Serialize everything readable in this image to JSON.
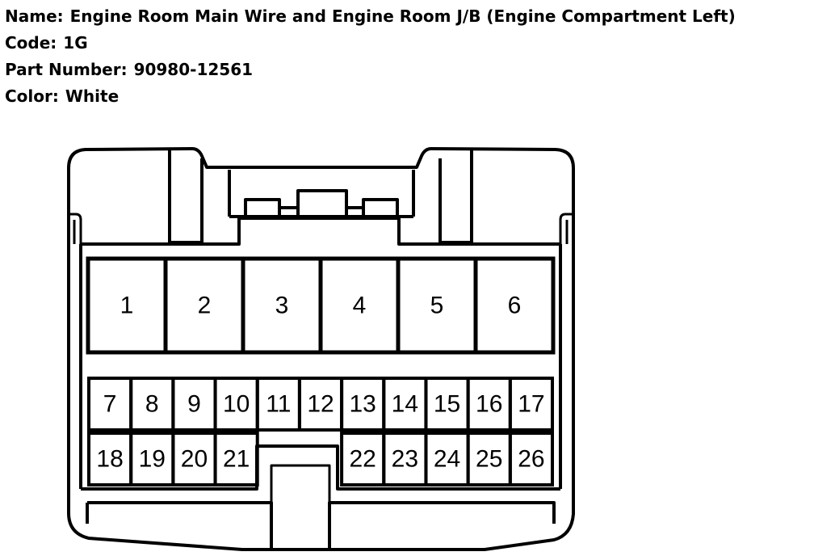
{
  "header": {
    "name_label": "Name:",
    "name_value": "Engine Room Main Wire and Engine Room J/B (Engine Compartment Left)",
    "code_label": "Code:",
    "code_value": "1G",
    "part_label": "Part Number:",
    "part_value": "90980-12561",
    "color_label": "Color:",
    "color_value": "White"
  },
  "connector": {
    "large_pins": [
      "1",
      "2",
      "3",
      "4",
      "5",
      "6"
    ],
    "small_row1": [
      "7",
      "8",
      "9",
      "10",
      "11",
      "12",
      "13",
      "14",
      "15",
      "16",
      "17"
    ],
    "small_row2_left": [
      "18",
      "19",
      "20",
      "21"
    ],
    "small_row2_right": [
      "22",
      "23",
      "24",
      "25",
      "26"
    ],
    "line_color": "#000000"
  }
}
